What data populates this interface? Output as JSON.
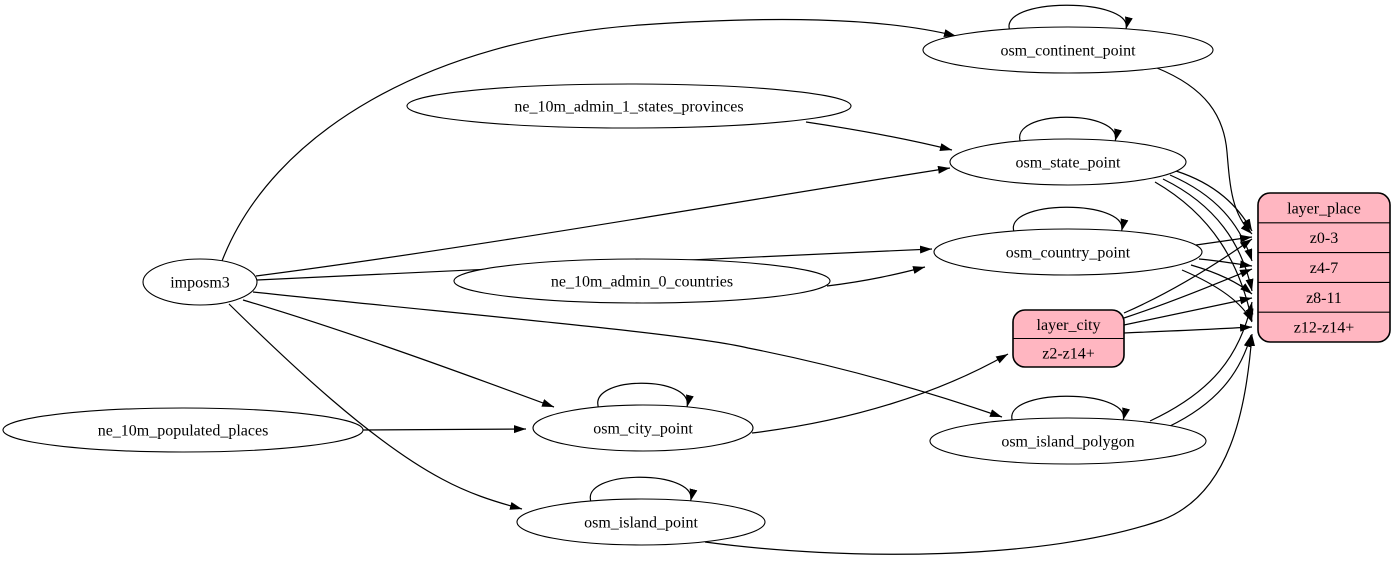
{
  "diagram": {
    "kind": "etl-graph",
    "colors": {
      "background": "#ffffff",
      "node_fill": "#ffffff",
      "node_stroke": "#000000",
      "edge": "#000000",
      "record_fill": "#ffb6c1",
      "record_stroke": "#000000",
      "text": "#000000"
    }
  },
  "nodes": [
    {
      "id": "imposm3",
      "label": "imposm3",
      "shape": "ellipse"
    },
    {
      "id": "ne_10m_admin_1_states_provinces",
      "label": "ne_10m_admin_1_states_provinces",
      "shape": "ellipse"
    },
    {
      "id": "ne_10m_admin_0_countries",
      "label": "ne_10m_admin_0_countries",
      "shape": "ellipse"
    },
    {
      "id": "ne_10m_populated_places",
      "label": "ne_10m_populated_places",
      "shape": "ellipse"
    },
    {
      "id": "osm_continent_point",
      "label": "osm_continent_point",
      "shape": "ellipse"
    },
    {
      "id": "osm_state_point",
      "label": "osm_state_point",
      "shape": "ellipse"
    },
    {
      "id": "osm_country_point",
      "label": "osm_country_point",
      "shape": "ellipse"
    },
    {
      "id": "osm_city_point",
      "label": "osm_city_point",
      "shape": "ellipse"
    },
    {
      "id": "osm_island_polygon",
      "label": "osm_island_polygon",
      "shape": "ellipse"
    },
    {
      "id": "osm_island_point",
      "label": "osm_island_point",
      "shape": "ellipse"
    }
  ],
  "records": [
    {
      "id": "layer_city",
      "title": "layer_city",
      "rows": [
        "z2-z14+"
      ]
    },
    {
      "id": "layer_place",
      "title": "layer_place",
      "rows": [
        "z0-3",
        "z4-7",
        "z8-11",
        "z12-z14+"
      ]
    }
  ],
  "edges": [
    {
      "from": "imposm3",
      "to": "osm_continent_point"
    },
    {
      "from": "imposm3",
      "to": "osm_state_point"
    },
    {
      "from": "imposm3",
      "to": "osm_country_point"
    },
    {
      "from": "imposm3",
      "to": "osm_city_point"
    },
    {
      "from": "imposm3",
      "to": "osm_island_polygon"
    },
    {
      "from": "imposm3",
      "to": "osm_island_point"
    },
    {
      "from": "ne_10m_admin_1_states_provinces",
      "to": "osm_state_point"
    },
    {
      "from": "ne_10m_admin_0_countries",
      "to": "osm_country_point"
    },
    {
      "from": "ne_10m_populated_places",
      "to": "osm_city_point"
    },
    {
      "from": "osm_continent_point",
      "to": "osm_continent_point"
    },
    {
      "from": "osm_state_point",
      "to": "osm_state_point"
    },
    {
      "from": "osm_country_point",
      "to": "osm_country_point"
    },
    {
      "from": "osm_city_point",
      "to": "osm_city_point"
    },
    {
      "from": "osm_island_polygon",
      "to": "osm_island_polygon"
    },
    {
      "from": "osm_island_point",
      "to": "osm_island_point"
    },
    {
      "from": "osm_continent_point",
      "to": "layer_place",
      "row": "z0-3"
    },
    {
      "from": "osm_state_point",
      "to": "layer_place",
      "row": "z0-3"
    },
    {
      "from": "osm_state_point",
      "to": "layer_place",
      "row": "z4-7"
    },
    {
      "from": "osm_state_point",
      "to": "layer_place",
      "row": "z8-11"
    },
    {
      "from": "osm_state_point",
      "to": "layer_place",
      "row": "z12-z14+"
    },
    {
      "from": "osm_country_point",
      "to": "layer_place",
      "row": "z0-3"
    },
    {
      "from": "osm_country_point",
      "to": "layer_place",
      "row": "z4-7"
    },
    {
      "from": "osm_country_point",
      "to": "layer_place",
      "row": "z8-11"
    },
    {
      "from": "osm_country_point",
      "to": "layer_place",
      "row": "z12-z14+"
    },
    {
      "from": "osm_city_point",
      "to": "layer_city",
      "row": "z2-z14+"
    },
    {
      "from": "layer_city",
      "to": "layer_place",
      "row": "z0-3"
    },
    {
      "from": "layer_city",
      "to": "layer_place",
      "row": "z4-7"
    },
    {
      "from": "layer_city",
      "to": "layer_place",
      "row": "z8-11"
    },
    {
      "from": "layer_city",
      "to": "layer_place",
      "row": "z12-z14+"
    },
    {
      "from": "osm_island_polygon",
      "to": "layer_place",
      "row": "z8-11"
    },
    {
      "from": "osm_island_polygon",
      "to": "layer_place",
      "row": "z12-z14+"
    },
    {
      "from": "osm_island_point",
      "to": "layer_place",
      "row": "z12-z14+"
    }
  ]
}
